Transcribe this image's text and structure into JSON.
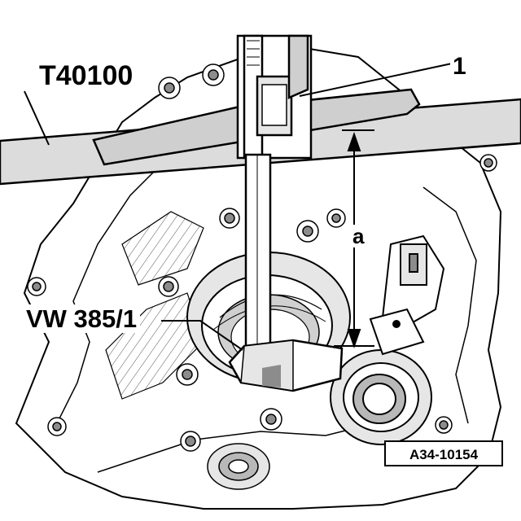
{
  "labels": {
    "tool": "T40100",
    "part": "1",
    "dimension": "a",
    "gauge": "VW 385/1"
  },
  "figure_ref": "A34-10154",
  "colors": {
    "line": "#000000",
    "fill_light": "#e6e6e6",
    "fill_mid": "#b8b8b8",
    "fill_dark": "#8c8c8c",
    "background": "#ffffff"
  }
}
